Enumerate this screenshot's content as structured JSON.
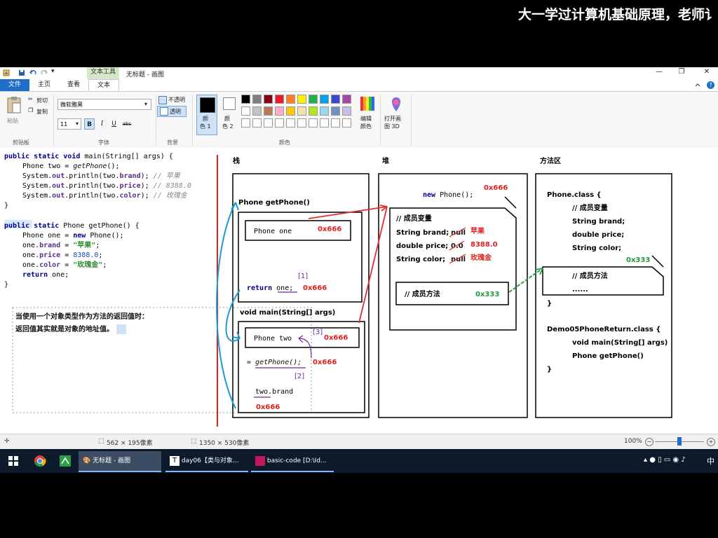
{
  "banner": {
    "text": "大一学过计算机基础原理，老师讠"
  },
  "window": {
    "context_tab": "文本工具",
    "title": "无标题 - 画图",
    "min": "—",
    "max": "❐",
    "close": "✕",
    "help": "?"
  },
  "tabs": {
    "file": "文件",
    "home": "主页",
    "view": "查看",
    "text": "文本"
  },
  "ribbon": {
    "clipboard": {
      "paste": "粘贴",
      "cut": "剪切",
      "copy": "复制",
      "label": "剪贴板"
    },
    "font": {
      "family": "微软雅黑",
      "size": "11",
      "bold": "B",
      "italic": "I",
      "underline": "U",
      "strike": "abc",
      "label": "字体"
    },
    "background": {
      "opaque": "不透明",
      "transparent": "透明",
      "label": "背景"
    },
    "colors": {
      "color1": "颜色 1",
      "color1_l1": "颜",
      "color1_l2": "色 1",
      "color2_l1": "颜",
      "color2_l2": "色 2",
      "edit_l1": "编辑",
      "edit_l2": "颜色",
      "label": "颜色"
    },
    "paint3d": {
      "l1": "打开画",
      "l2": "图 3D"
    },
    "palette_row1": [
      "#000000",
      "#7f7f7f",
      "#880015",
      "#ed1c24",
      "#ff7f27",
      "#fff200",
      "#22b14c",
      "#00a2e8",
      "#3f48cc",
      "#a349a4"
    ],
    "palette_row2": [
      "#ffffff",
      "#c3c3c3",
      "#b97a57",
      "#ffaec9",
      "#ffc90e",
      "#efe4b0",
      "#b5e61d",
      "#99d9ea",
      "#7092be",
      "#c8bfe7"
    ],
    "palette_row3": [
      "#ffffff",
      "#ffffff",
      "#ffffff",
      "#ffffff",
      "#ffffff",
      "#ffffff",
      "#ffffff",
      "#ffffff",
      "#ffffff",
      "#ffffff"
    ]
  },
  "code": {
    "l1_kw": "public static void ",
    "l1_rest": "main(String[] args) {",
    "l2_pre": "Phone two = ",
    "l2_m": "getPhone",
    "l2_post": "();",
    "l3_pre": "System.",
    "l3_out": "out",
    "l3_mid": ".println(two.",
    "l3_f": "brand",
    "l3_post": "); ",
    "l3_cm": "// 苹果",
    "l4_pre": "System.",
    "l4_out": "out",
    "l4_mid": ".println(two.",
    "l4_f": "price",
    "l4_post": "); ",
    "l4_cm": "// 8388.0",
    "l5_pre": "System.",
    "l5_out": "out",
    "l5_mid": ".println(two.",
    "l5_f": "color",
    "l5_post": "); ",
    "l5_cm": "// 玫瑰金",
    "l6": "}",
    "l7_kw": "public static ",
    "l7_rest": "Phone getPhone() {",
    "l8_pre": "Phone one = ",
    "l8_kw": "new ",
    "l8_post": "Phone();",
    "l9_pre": "one.",
    "l9_f": "brand",
    "l9_mid": " = ",
    "l9_s": "\"苹果\"",
    "l9_post": ";",
    "l10_pre": "one.",
    "l10_f": "price",
    "l10_mid": " = ",
    "l10_n": "8388.0",
    "l10_post": ";",
    "l11_pre": "one.",
    "l11_f": "color",
    "l11_mid": " = ",
    "l11_s": "\"玫瑰金\"",
    "l11_post": ";",
    "l12_kw": "return ",
    "l12_rest": "one;",
    "l13": "}"
  },
  "note": {
    "line1": "当使用一个对象类型作为方法的返回值时：",
    "line2": "返回值其实就是对象的地址值。"
  },
  "stack": {
    "title": "栈",
    "getphone_frame": "Phone getPhone()",
    "phone_one": "Phone one",
    "addr_one": "0x666",
    "step1": "[1]",
    "return_kw": "return",
    "return_var": "one;",
    "return_addr": "0x666",
    "main_frame": "void main(String[] args)",
    "phone_two": "Phone two",
    "step3": "[3]",
    "addr_two": "0x666",
    "assign_pre": "= ",
    "assign_call": "getPhone();",
    "assign_addr": "0x666",
    "step2": "[2]",
    "two_brand": "two.brand",
    "two_brand_addr": "0x666"
  },
  "heap": {
    "title": "堆",
    "new_phone_kw": "new",
    "new_phone": "Phone();",
    "addr": "0x666",
    "vars_title": "// 成员变量",
    "brand_decl": "String brand;",
    "brand_old": "null",
    "brand_new": "苹果",
    "price_decl": "double price;",
    "price_old": "0.0",
    "price_new": "8388.0",
    "color_decl": "String color;",
    "color_old": "null",
    "color_new": "玫瑰金",
    "methods_title": "// 成员方法",
    "methods_addr": "0x333"
  },
  "method_area": {
    "title": "方法区",
    "class1": "Phone.class {",
    "vars": "// 成员变量",
    "brand": "String brand;",
    "price": "double price;",
    "color": "String color;",
    "addr": "0x333",
    "methods": "// 成员方法",
    "dots": "......",
    "close1": "}",
    "class2": "Demo05PhoneReturn.class {",
    "main": "void main(String[] args)",
    "getphone": "Phone getPhone()",
    "close2": "}"
  },
  "status": {
    "selection": "562 × 195像素",
    "canvas": "1350 × 530像素",
    "zoom": "100%"
  },
  "taskbar": {
    "app1": "无标题 - 画图",
    "app2": "day06【类与对象...",
    "app3": "basic-code [D:\\Id...",
    "ime": "中"
  }
}
